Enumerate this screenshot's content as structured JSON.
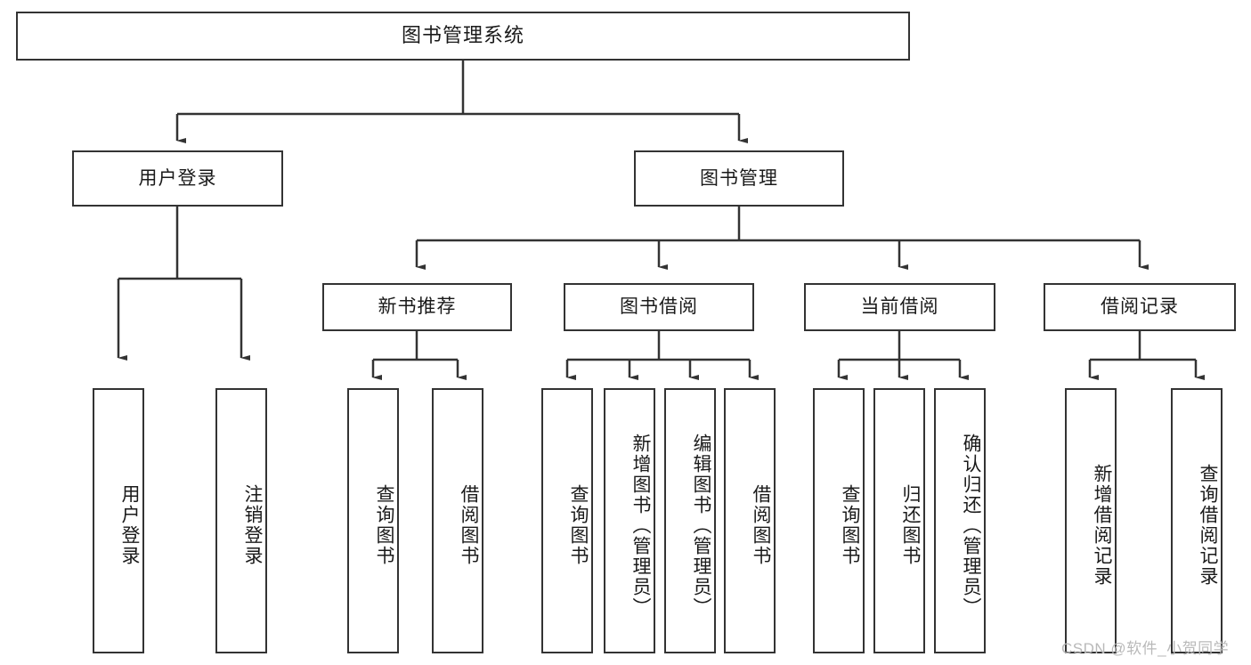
{
  "diagram": {
    "title": "图书管理系统",
    "type": "tree",
    "orientation": "top-down",
    "colors": {
      "box_border": "#333333",
      "box_fill": "#ffffff",
      "edge": "#333333",
      "text": "#1a1a1a",
      "watermark": "#b9b9b9",
      "background": "#ffffff"
    },
    "root": {
      "label": "图书管理系统"
    },
    "level2": [
      {
        "label": "用户登录"
      },
      {
        "label": "图书管理"
      }
    ],
    "level3": [
      {
        "label": "新书推荐"
      },
      {
        "label": "图书借阅"
      },
      {
        "label": "当前借阅"
      },
      {
        "label": "借阅记录"
      }
    ],
    "leaves": {
      "user_login": [
        {
          "label": "用户登录"
        },
        {
          "label": "注销登录"
        }
      ],
      "new_book_recommend": [
        {
          "label": "查询图书"
        },
        {
          "label": "借阅图书"
        }
      ],
      "book_borrow": [
        {
          "label": "查询图书"
        },
        {
          "label": "新增图书（管理员）"
        },
        {
          "label": "编辑图书（管理员）"
        },
        {
          "label": "借阅图书"
        }
      ],
      "current_borrow": [
        {
          "label": "查询图书"
        },
        {
          "label": "归还图书"
        },
        {
          "label": "确认归还（管理员）"
        }
      ],
      "borrow_record": [
        {
          "label": "新增借阅记录"
        },
        {
          "label": "查询借阅记录"
        }
      ]
    }
  },
  "watermark": {
    "text": "CSDN @软件_小贺同学"
  }
}
